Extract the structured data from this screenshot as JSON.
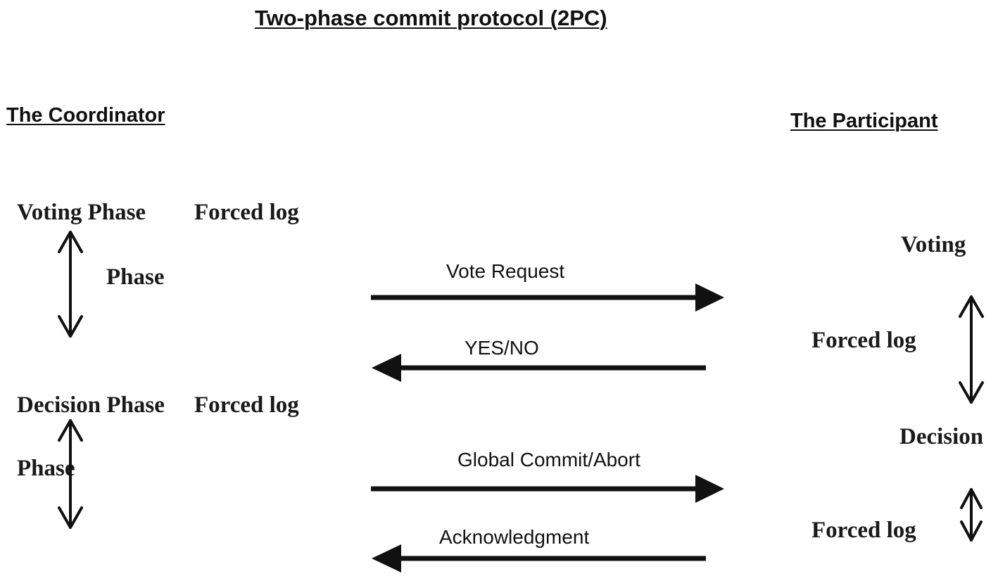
{
  "title": "Two-phase commit protocol (2PC)",
  "coordinator": {
    "heading": "The Coordinator",
    "voting_phase": "Voting Phase",
    "voting_forced_log": "Forced log",
    "voting_phase_word": "Phase",
    "decision_phase": "Decision Phase",
    "decision_forced_log": "Forced log",
    "decision_phase_word": "Phase"
  },
  "participant": {
    "heading": "The Participant",
    "voting": "Voting",
    "forced_log_1": "Forced log",
    "decision": "Decision",
    "forced_log_2": "Forced log"
  },
  "messages": [
    {
      "label": "Vote Request",
      "direction": "to-participant"
    },
    {
      "label": "YES/NO",
      "direction": "to-coordinator"
    },
    {
      "label": "Global Commit/Abort",
      "direction": "to-participant"
    },
    {
      "label": "Acknowledgment",
      "direction": "to-coordinator"
    }
  ],
  "colors": {
    "ink": "#111111",
    "background": "#ffffff"
  }
}
